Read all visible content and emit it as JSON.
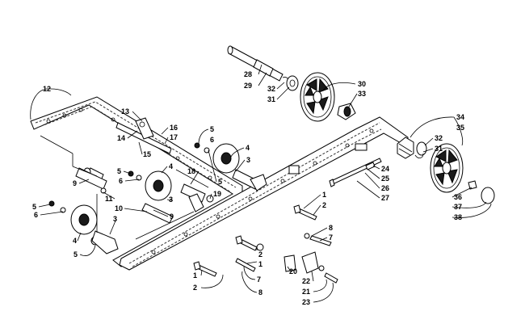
{
  "callouts": [
    {
      "id": "c1",
      "text": "12"
    },
    {
      "id": "c2",
      "text": "13"
    },
    {
      "id": "c3",
      "text": "14"
    },
    {
      "id": "c4",
      "text": "15"
    },
    {
      "id": "c5",
      "text": "16"
    },
    {
      "id": "c6",
      "text": "17"
    },
    {
      "id": "c7",
      "text": "5"
    },
    {
      "id": "c8",
      "text": "6"
    },
    {
      "id": "c9",
      "text": "4"
    },
    {
      "id": "c10",
      "text": "3"
    },
    {
      "id": "c11",
      "text": "5"
    },
    {
      "id": "c12",
      "text": "18"
    },
    {
      "id": "c13",
      "text": "19"
    },
    {
      "id": "c14",
      "text": "5"
    },
    {
      "id": "c15",
      "text": "6"
    },
    {
      "id": "c16",
      "text": "4"
    },
    {
      "id": "c17",
      "text": "9"
    },
    {
      "id": "c18",
      "text": "11"
    },
    {
      "id": "c19",
      "text": "10"
    },
    {
      "id": "c20",
      "text": "3"
    },
    {
      "id": "c21",
      "text": "5"
    },
    {
      "id": "c22",
      "text": "6"
    },
    {
      "id": "c23",
      "text": "3"
    },
    {
      "id": "c24",
      "text": "9"
    },
    {
      "id": "c25",
      "text": "4"
    },
    {
      "id": "c26",
      "text": "5"
    },
    {
      "id": "c27",
      "text": "28"
    },
    {
      "id": "c28",
      "text": "29"
    },
    {
      "id": "c29",
      "text": "32"
    },
    {
      "id": "c30",
      "text": "31"
    },
    {
      "id": "c31",
      "text": "30"
    },
    {
      "id": "c32",
      "text": "33"
    },
    {
      "id": "c33",
      "text": "34"
    },
    {
      "id": "c34",
      "text": "35"
    },
    {
      "id": "c35",
      "text": "32"
    },
    {
      "id": "c36",
      "text": "31"
    },
    {
      "id": "c37",
      "text": "24"
    },
    {
      "id": "c38",
      "text": "25"
    },
    {
      "id": "c39",
      "text": "26"
    },
    {
      "id": "c40",
      "text": "27"
    },
    {
      "id": "c41",
      "text": "36"
    },
    {
      "id": "c42",
      "text": "37"
    },
    {
      "id": "c43",
      "text": "38"
    },
    {
      "id": "c44",
      "text": "1"
    },
    {
      "id": "c45",
      "text": "2"
    },
    {
      "id": "c46",
      "text": "8"
    },
    {
      "id": "c47",
      "text": "7"
    },
    {
      "id": "c48",
      "text": "2"
    },
    {
      "id": "c49",
      "text": "1"
    },
    {
      "id": "c50",
      "text": "1"
    },
    {
      "id": "c51",
      "text": "2"
    },
    {
      "id": "c52",
      "text": "7"
    },
    {
      "id": "c53",
      "text": "8"
    },
    {
      "id": "c54",
      "text": "20"
    },
    {
      "id": "c55",
      "text": "22"
    },
    {
      "id": "c56",
      "text": "21"
    },
    {
      "id": "c57",
      "text": "23"
    }
  ]
}
